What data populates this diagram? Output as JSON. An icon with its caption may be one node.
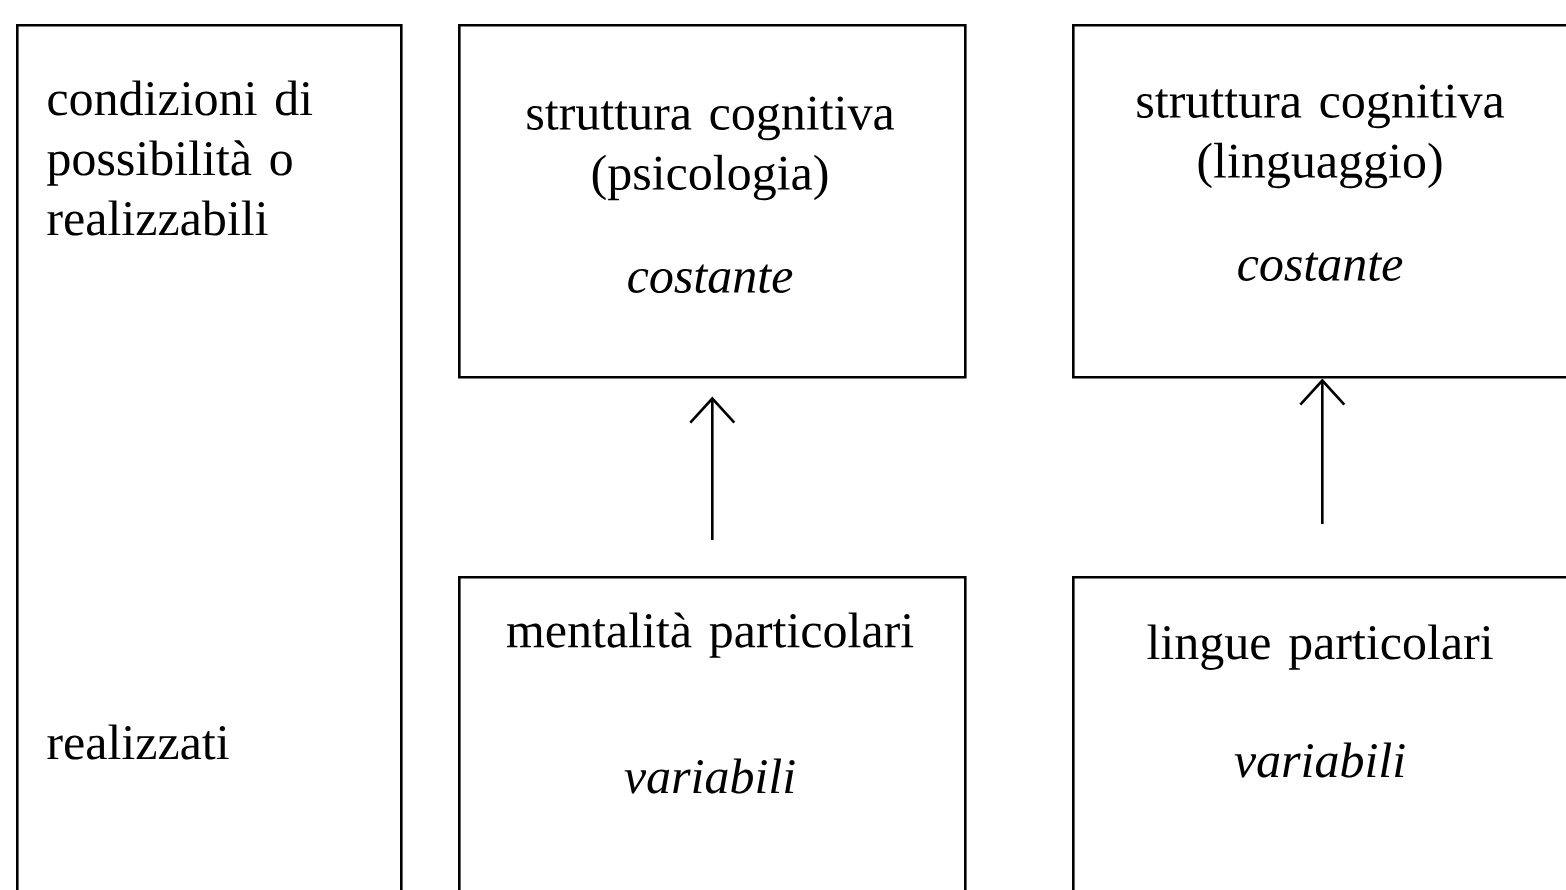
{
  "diagram": {
    "nodes": [
      {
        "text": [
          "condizioni di possibilità o realizzabili",
          "realizzati"
        ]
      },
      {
        "text": [
          "struttura cognitiva (psicologia)",
          "costante"
        ]
      },
      {
        "text": [
          "struttura cognitiva (linguaggio)",
          "costante"
        ]
      },
      {
        "text": [
          "mentalità particolari",
          "variabili"
        ]
      },
      {
        "text": [
          "lingue particolari",
          "variabili"
        ]
      }
    ],
    "edges": [
      {
        "from": 3,
        "to": 1,
        "arrow": "to"
      },
      {
        "from": 4,
        "to": 2,
        "arrow": "to"
      }
    ]
  }
}
